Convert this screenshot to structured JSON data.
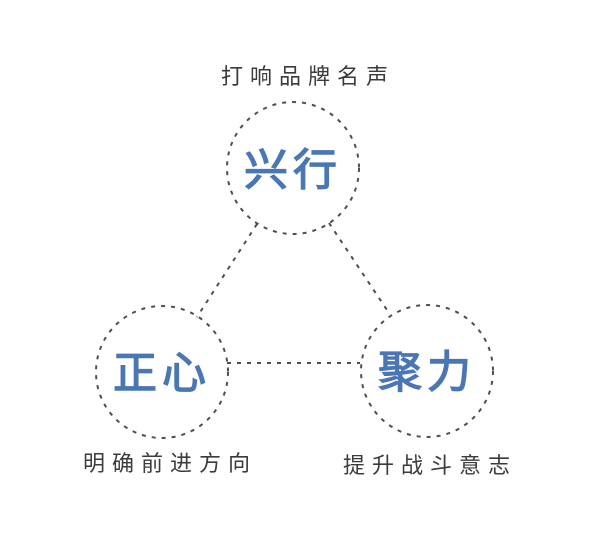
{
  "diagram": {
    "title": "triangle-relationship-diagram",
    "colors": {
      "background": "#ffffff",
      "accent_blue": "#4a77b4",
      "dash_stroke": "#4f4f4f",
      "caption_text": "#3b3b3b"
    },
    "nodes": {
      "top": {
        "label": "兴行",
        "caption": "打响品牌名声",
        "caption_position": "above"
      },
      "left": {
        "label": "正心",
        "caption": "明确前进方向",
        "caption_position": "below"
      },
      "right": {
        "label": "聚力",
        "caption": "提升战斗意志",
        "caption_position": "below"
      }
    },
    "edges": [
      {
        "from": "top",
        "to": "left"
      },
      {
        "from": "top",
        "to": "right"
      },
      {
        "from": "left",
        "to": "right"
      }
    ],
    "style_notes": {
      "circle_border": "dashed",
      "edge_style": "dashed"
    }
  }
}
